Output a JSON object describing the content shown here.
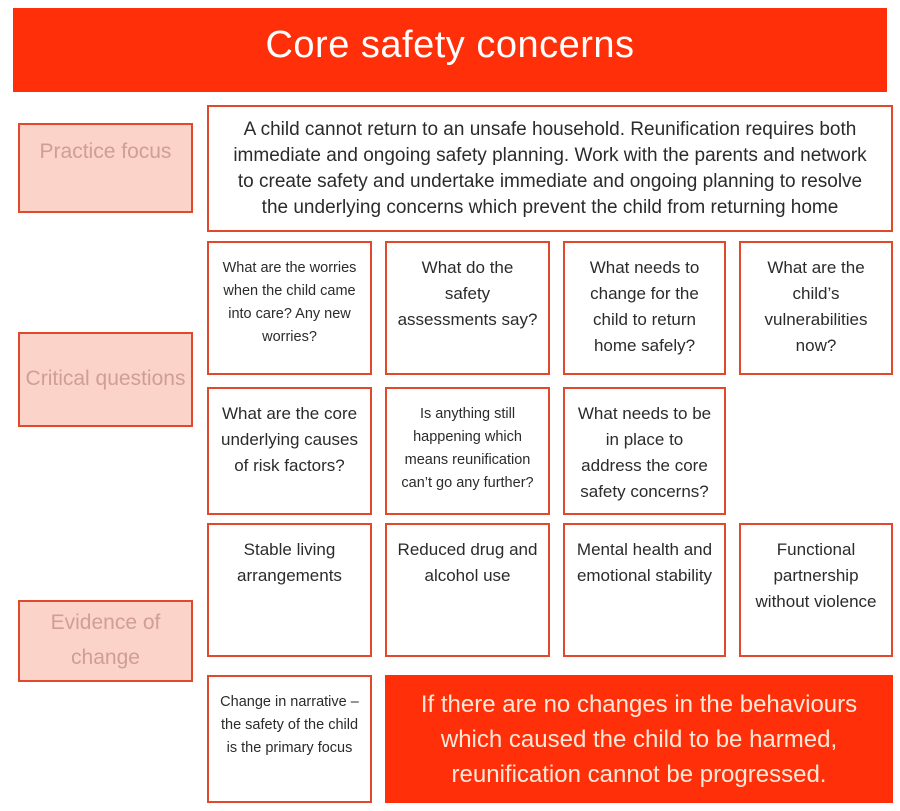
{
  "banner": {
    "title": "Core safety concerns"
  },
  "practice_focus": {
    "label": "Practice focus",
    "statement": "A child cannot return to an unsafe household. Reunification requires both immediate and ongoing safety planning. Work with the parents and network to create safety and undertake immediate and ongoing planning to resolve the underlying concerns which prevent the child from returning home"
  },
  "critical_questions": {
    "label": "Critical questions",
    "row1": [
      {
        "text": "What are the worries when the child came into care? Any new worries?"
      },
      {
        "text": "What do the safety assessments say?"
      },
      {
        "text": "What needs to change for the child to return home safely?"
      },
      {
        "text": "What are the child’s vulnerabilities now?"
      }
    ],
    "row2": [
      {
        "text": "What are the core underlying causes of risk factors?"
      },
      {
        "text": "Is anything still happening which means reunification can’t go any further?"
      },
      {
        "text": "What needs to be in place to address the core safety concerns?"
      }
    ]
  },
  "evidence_of_change": {
    "label": "Evidence of change",
    "row1": [
      {
        "text": "Stable living arrangements"
      },
      {
        "text": "Reduced drug and alcohol use"
      },
      {
        "text": "Mental health and emotional stability"
      },
      {
        "text": "Functional partnership without violence"
      }
    ],
    "row2": [
      {
        "text": "Change in narrative – the safety of the child is the primary focus"
      }
    ],
    "warning": "If there are no changes in the behaviours which caused the child to be harmed, reunification cannot be progressed."
  },
  "colors": {
    "accent_red": "#ff2f0a",
    "box_border": "#e2492a",
    "label_fill": "#fbd3c8",
    "label_text": "#cf9e98",
    "body_text": "#2b2b2b",
    "warning_text": "#ffe8d7"
  }
}
